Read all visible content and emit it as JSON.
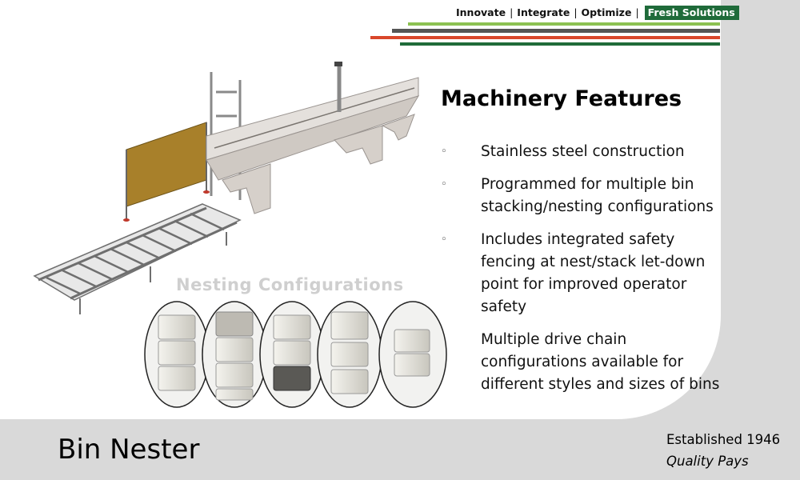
{
  "header": {
    "tagline": {
      "items": [
        "Innovate",
        "Integrate",
        "Optimize"
      ],
      "highlight": "Fresh Solutions",
      "separator": "|"
    },
    "stripe_colors": [
      "#8cc152",
      "#555555",
      "#d9472b",
      "#1f6b3a"
    ]
  },
  "features": {
    "title": "Machinery Features",
    "bullet_glyph": "◦",
    "items": [
      "Stainless steel construction",
      "Programmed for multiple bin stacking/nesting configurations",
      "Includes integrated safety fencing at nest/stack let-down point for improved operator safety",
      "Multiple drive chain configurations available for different styles and sizes of bins"
    ]
  },
  "illustration": {
    "nesting_title": "Nesting Configurations"
  },
  "footer": {
    "product_name": "Bin Nester",
    "established": "Established 1946",
    "motto": "Quality Pays"
  }
}
